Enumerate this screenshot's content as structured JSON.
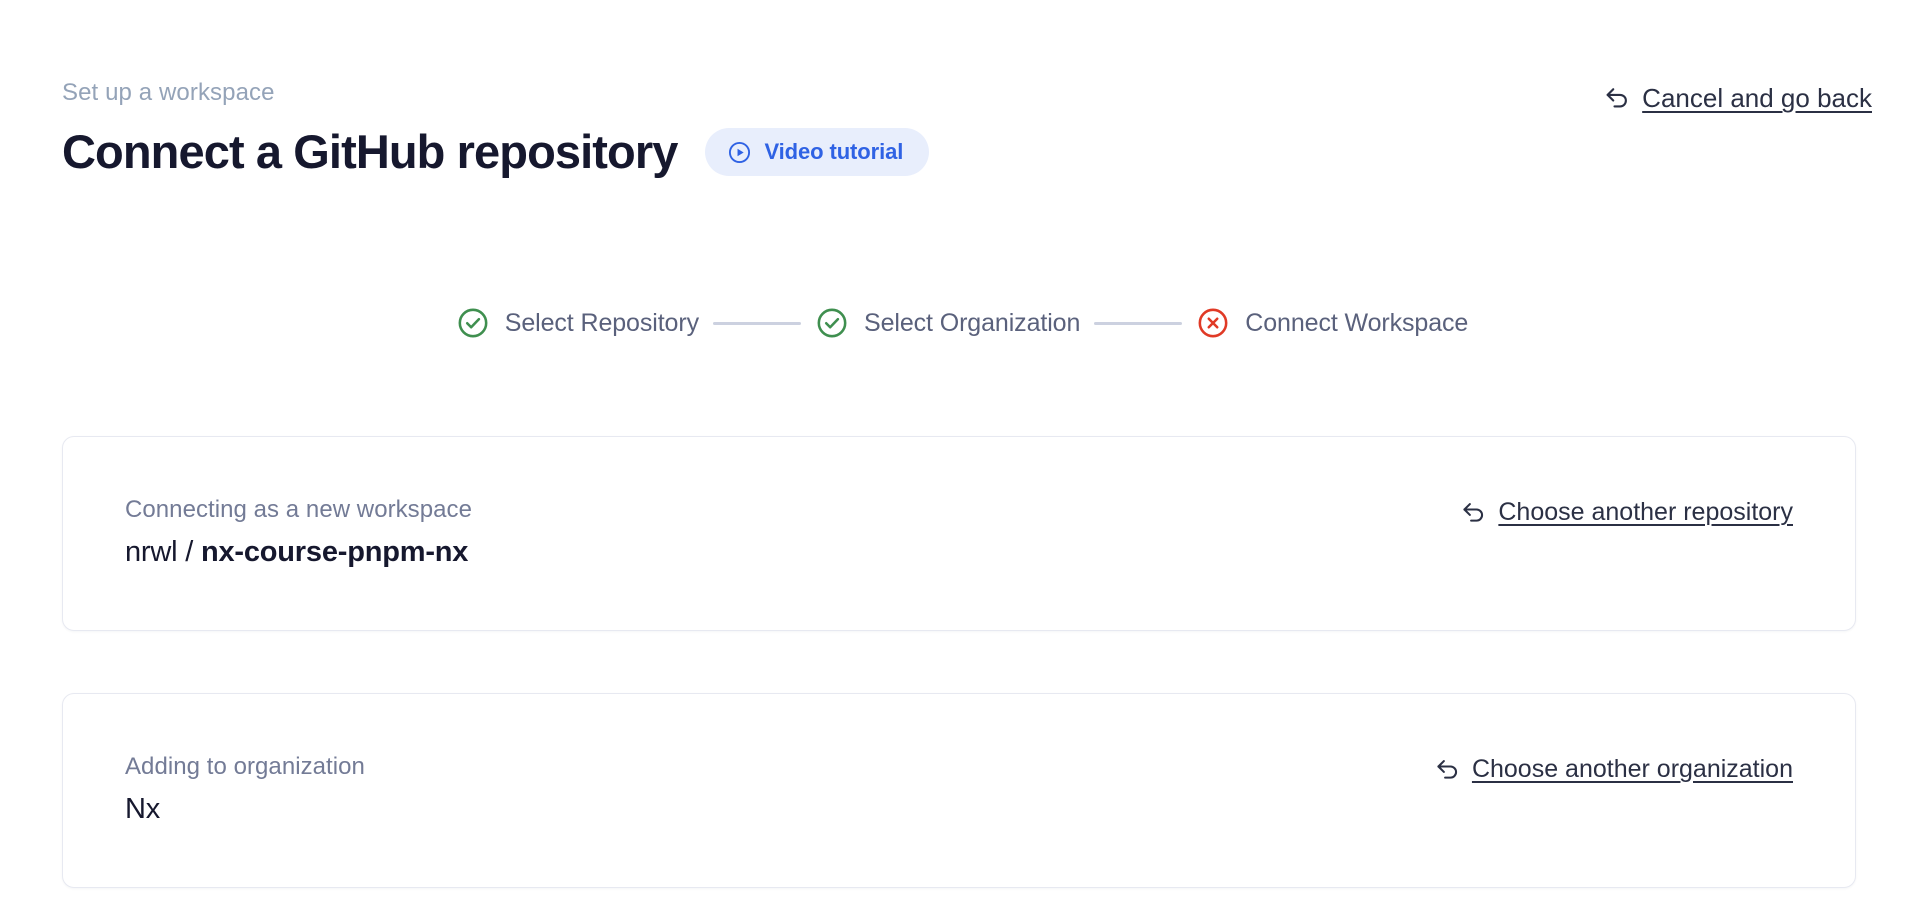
{
  "header": {
    "eyebrow": "Set up a workspace",
    "title": "Connect a GitHub repository",
    "video_badge": {
      "label": "Video tutorial",
      "icon": "play-circle-icon",
      "bg_color": "#e8eefc",
      "text_color": "#2f62e4"
    },
    "cancel_link": {
      "label": "Cancel and go back",
      "icon": "arrow-uturn-left-icon"
    }
  },
  "stepper": {
    "steps": [
      {
        "label": "Select Repository",
        "state": "complete",
        "icon": "check-circle-icon",
        "color": "#3f8f4f"
      },
      {
        "label": "Select Organization",
        "state": "complete",
        "icon": "check-circle-icon",
        "color": "#3f8f4f"
      },
      {
        "label": "Connect Workspace",
        "state": "error",
        "icon": "x-circle-icon",
        "color": "#e03a26"
      }
    ],
    "connector_color": "#ccd1e0",
    "label_color": "#5a617c"
  },
  "cards": [
    {
      "caption": "Connecting as a new workspace",
      "value_prefix": "nrwl / ",
      "value_strong": "nx-course-pnpm-nx",
      "link": {
        "label": "Choose another repository",
        "icon": "arrow-uturn-left-icon"
      }
    },
    {
      "caption": "Adding to organization",
      "value_prefix": "Nx",
      "value_strong": "",
      "link": {
        "label": "Choose another organization",
        "icon": "arrow-uturn-left-icon"
      }
    }
  ],
  "theme": {
    "background": "#ffffff",
    "card_border": "#e7e9f1",
    "text_primary": "#16182e",
    "text_muted": "#94a3b8"
  }
}
